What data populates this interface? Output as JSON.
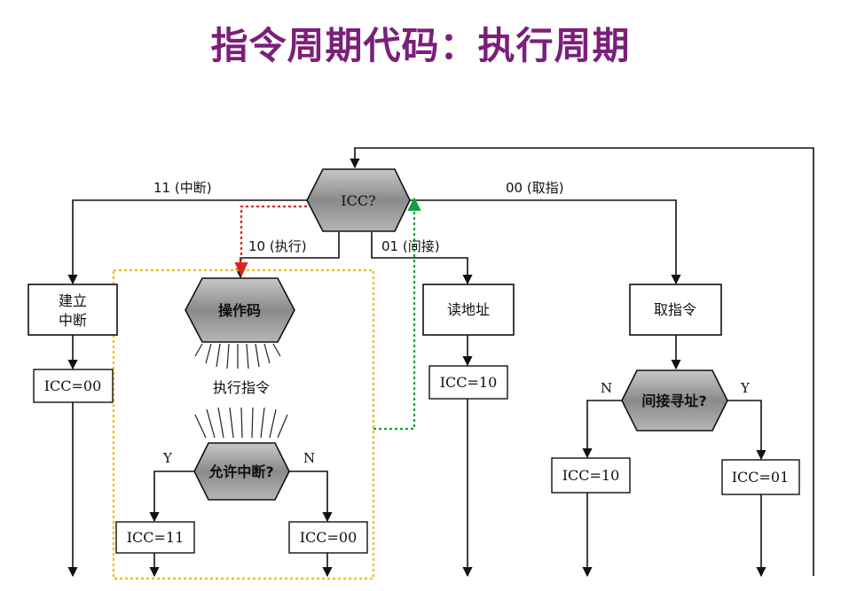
{
  "title": "指令周期代码：执行周期",
  "nodes": {
    "icc_decision": "ICC?",
    "opcode": "操作码",
    "execute": "执行指令",
    "allow_interrupt": "允许中断?",
    "set_interrupt_line1": "建立",
    "set_interrupt_line2": "中断",
    "read_address": "读地址",
    "fetch_instruction": "取指令",
    "indirect_decision": "间接寻址?"
  },
  "assignments": {
    "interrupt": "ICC=00",
    "indirect": "ICC=10",
    "allow_yes": "ICC=11",
    "allow_no": "ICC=00",
    "fetch_no": "ICC=10",
    "fetch_yes": "ICC=01"
  },
  "edges": {
    "interrupt": "11 (中断)",
    "execute": "10 (执行)",
    "indirect": "01 (间接)",
    "fetch": "00 (取指)",
    "yes": "Y",
    "no": "N"
  },
  "colors": {
    "title": "#7a1f7a",
    "highlight_box": "#f0c020",
    "red_path": "#e02020",
    "green_path": "#10a040",
    "hexagon_fill": "#9a9a9a",
    "line": "#111111"
  }
}
